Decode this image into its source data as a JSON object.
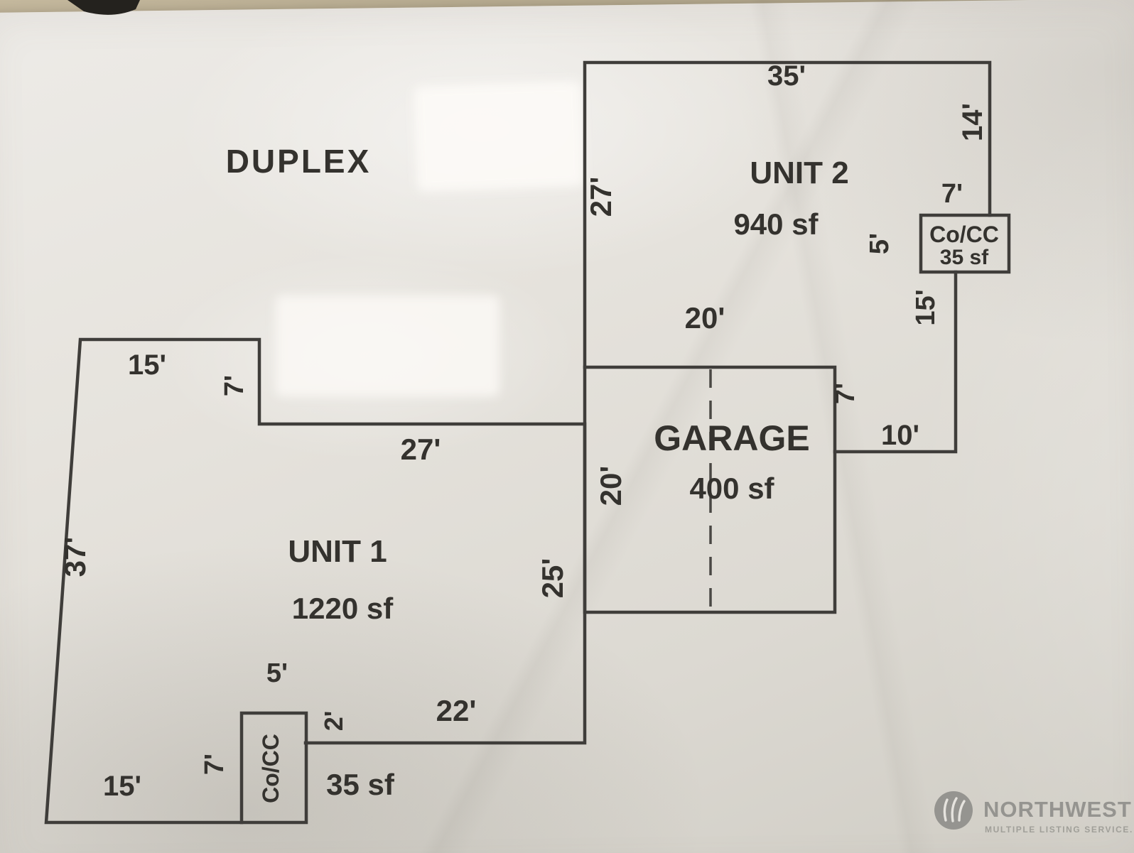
{
  "plan": {
    "title": "DUPLEX",
    "unit2": {
      "name": "UNIT 2",
      "area": "940 sf",
      "dim_top": "35'",
      "dim_right_upper": "14'",
      "dim_left": "27'",
      "dim_bottom": "20'",
      "dim_right_lower": "15'",
      "cocc": {
        "name": "Co/CC",
        "area": "35 sf",
        "dim_width": "7'",
        "dim_height": "5'"
      }
    },
    "garage": {
      "name": "GARAGE",
      "area": "400 sf",
      "dim_left": "20'",
      "dim_right_upper": "7'",
      "dim_right_lower": "10'"
    },
    "unit1": {
      "name": "UNIT 1",
      "area": "1220 sf",
      "dim_top": "15'",
      "dim_step": "7'",
      "dim_upper_edge": "27'",
      "dim_left": "37'",
      "dim_right": "25'",
      "dim_notch_top": "5'",
      "dim_notch_side": "2'",
      "dim_bottom_right": "22'",
      "dim_bottom_left": "15'",
      "cocc": {
        "name": "Co/CC",
        "area": "35 sf",
        "dim_height": "7'"
      }
    }
  },
  "watermark": {
    "icon": "grass-circle-icon",
    "brand": "NORTHWEST",
    "tagline": "MULTIPLE LISTING SERVICE."
  }
}
